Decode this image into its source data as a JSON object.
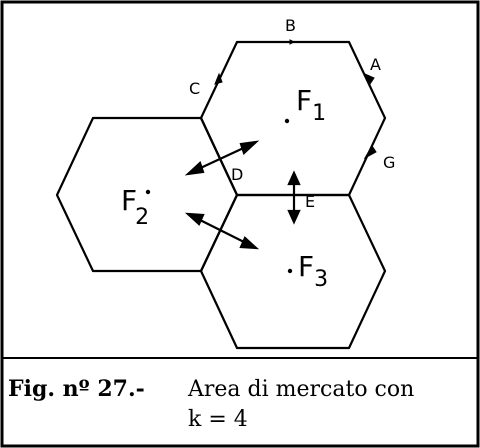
{
  "figure": {
    "points": {
      "A": "A",
      "B": "B",
      "C": "C",
      "D": "D",
      "E": "E",
      "G": "G"
    },
    "firms": {
      "f1_letter": "F",
      "f1_sub": "1",
      "f2_letter": "F",
      "f2_sub": "2",
      "f3_letter": "F",
      "f3_sub": "3"
    },
    "caption": {
      "label": "Fig. nº 27.-",
      "text_line1": "Area di mercato con",
      "text_line2": "k = 4"
    }
  }
}
